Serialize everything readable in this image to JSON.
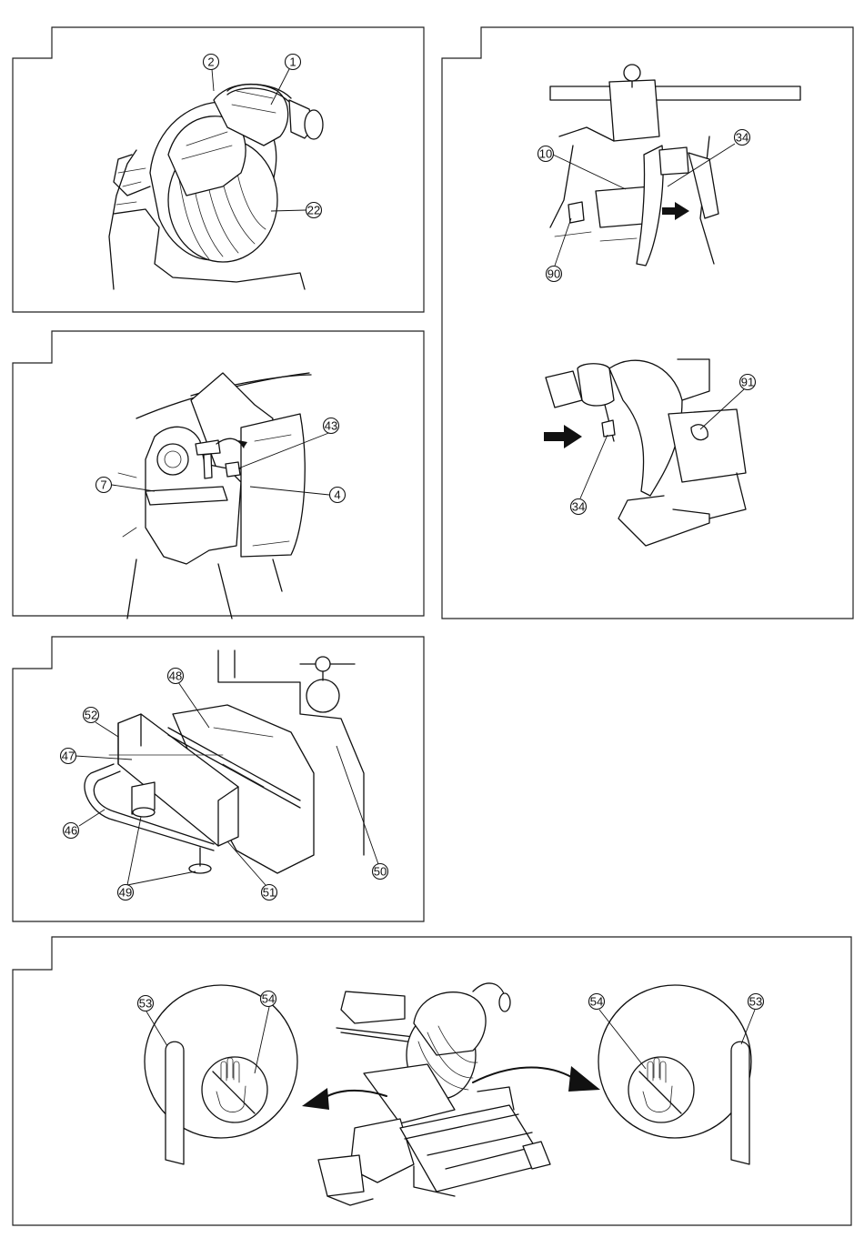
{
  "panels": [
    {
      "id": "fig-a",
      "callouts": [
        "2",
        "1",
        "22"
      ]
    },
    {
      "id": "fig-b",
      "callouts": [
        "43",
        "7",
        "4"
      ]
    },
    {
      "id": "fig-c",
      "callouts": [
        "10",
        "34",
        "90",
        "91",
        "34"
      ]
    },
    {
      "id": "fig-d",
      "callouts": [
        "48",
        "52",
        "47",
        "46",
        "49",
        "51",
        "50"
      ]
    },
    {
      "id": "fig-e",
      "callouts": [
        "54",
        "53",
        "54",
        "53"
      ]
    }
  ]
}
